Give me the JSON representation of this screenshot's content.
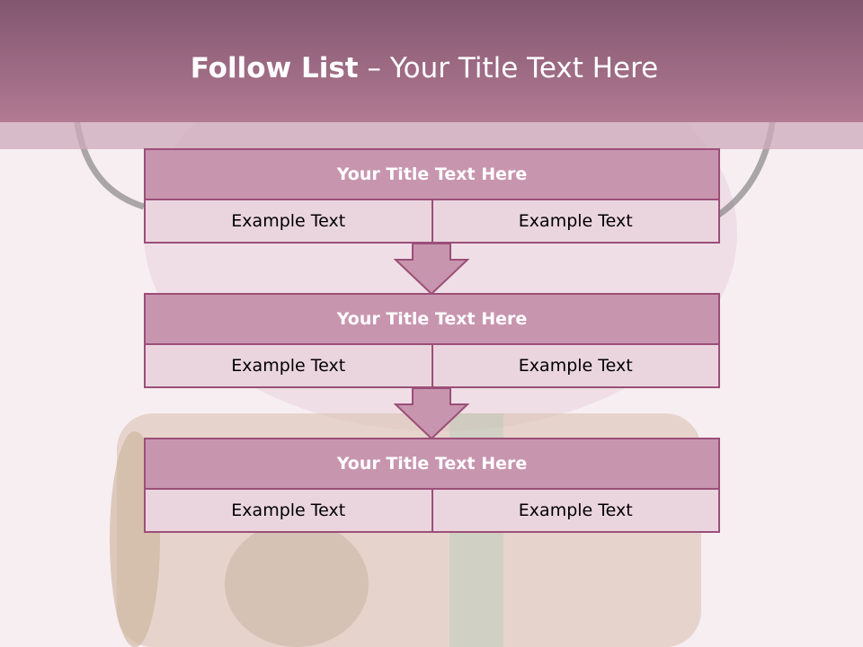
{
  "header": {
    "title_bold": "Follow List",
    "title_rest": " – Your Title Text Here"
  },
  "blocks": [
    {
      "title": "Your Title Text Here",
      "cells": [
        "Example Text",
        "Example Text"
      ]
    },
    {
      "title": "Your Title Text Here",
      "cells": [
        "Example Text",
        "Example Text"
      ]
    },
    {
      "title": "Your Title Text Here",
      "cells": [
        "Example Text",
        "Example Text"
      ]
    }
  ],
  "colors": {
    "header": "#a46d87",
    "title_fill": "#c895af",
    "cell_fill": "#ead5df",
    "border": "#9b4f78"
  }
}
